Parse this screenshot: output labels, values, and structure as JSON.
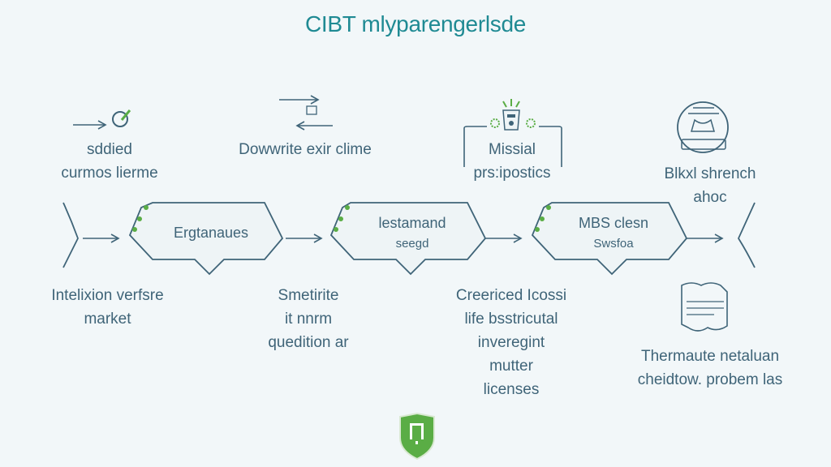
{
  "title": "CIBT mlyparengerlsde",
  "colors": {
    "title": "#1f8a93",
    "line": "#3f6478",
    "accent_green": "#5aad45",
    "background": "#f2f7f9"
  },
  "top_nodes": [
    {
      "icon": "arrow-target-icon",
      "lines": [
        "sddied",
        "curmos lierme"
      ]
    },
    {
      "icon": "swap-arrows-icon",
      "lines": [
        "Dowwrite exir clime"
      ]
    },
    {
      "icon": "server-box-icon",
      "lines": [
        "Missial",
        "prs:ipostics"
      ]
    },
    {
      "icon": "globe-monitor-icon",
      "lines": [
        "Blkxl shrench",
        "ahoc"
      ]
    }
  ],
  "process_steps": [
    {
      "lines": [
        "Ergtanaues"
      ]
    },
    {
      "lines": [
        "lestamand",
        "seegd"
      ]
    },
    {
      "lines": [
        "MBS clesn",
        "Swsfoa"
      ]
    }
  ],
  "bottom_nodes": [
    {
      "lines": [
        "Intelixion verfsre",
        "market"
      ]
    },
    {
      "lines": [
        "Smetirite",
        "it nnrm",
        "quedition ar"
      ]
    },
    {
      "lines": [
        "Creericed Icossi",
        "life bsstricutal",
        "inveregint",
        "mutter",
        "licenses"
      ]
    },
    {
      "icon": "document-cloud-icon",
      "lines": [
        "Thermaute netaluan",
        "cheidtow. probem las"
      ]
    }
  ],
  "footer": {
    "icon": "shield-logo-icon"
  }
}
